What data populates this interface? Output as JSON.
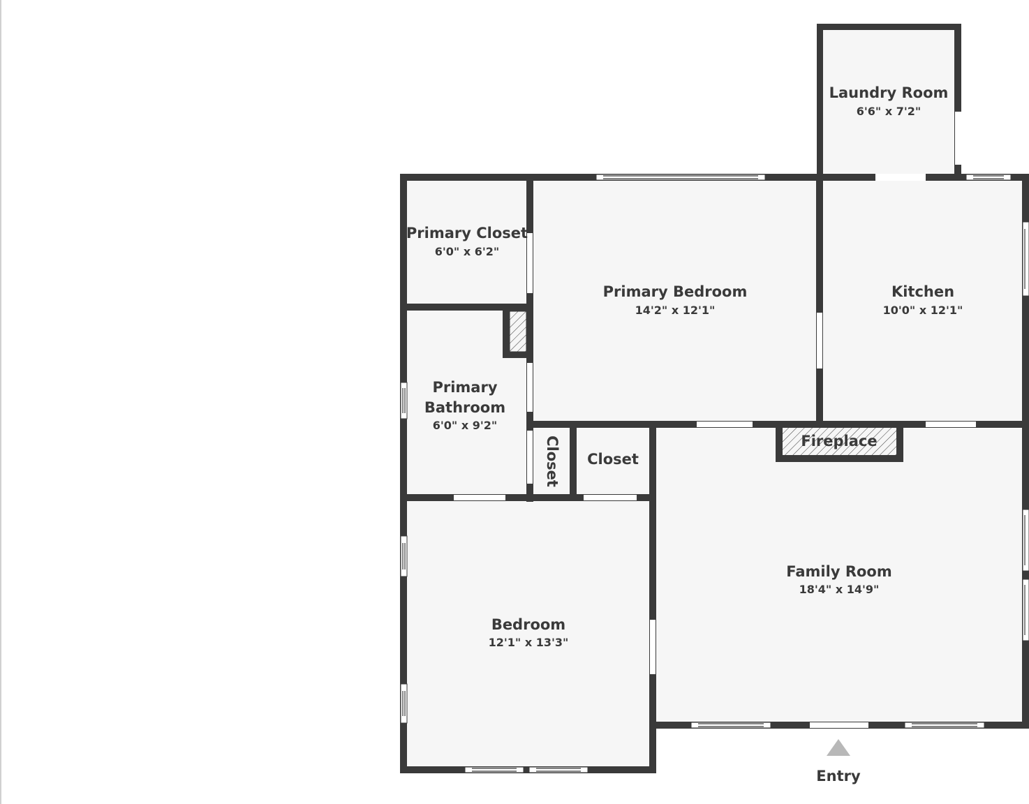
{
  "floorplan": {
    "colors": {
      "wall": "#3a3a3a",
      "room_fill": "#f6f6f6",
      "background": "#ffffff",
      "entry_arrow": "#b8b8b8"
    },
    "rooms": {
      "laundry_room": {
        "name": "Laundry Room",
        "dimensions": "6'6\" x 7'2\""
      },
      "primary_closet": {
        "name": "Primary Closet",
        "dimensions": "6'0\" x 6'2\""
      },
      "primary_bedroom": {
        "name": "Primary Bedroom",
        "dimensions": "14'2\" x 12'1\""
      },
      "kitchen": {
        "name": "Kitchen",
        "dimensions": "10'0\" x 12'1\""
      },
      "primary_bathroom": {
        "name_line1": "Primary",
        "name_line2": "Bathroom",
        "dimensions": "6'0\" x 9'2\""
      },
      "closet_small": {
        "name": "Closet"
      },
      "closet": {
        "name": "Closet"
      },
      "fireplace": {
        "name": "Fireplace"
      },
      "family_room": {
        "name": "Family Room",
        "dimensions": "18'4\" x 14'9\""
      },
      "bedroom": {
        "name": "Bedroom",
        "dimensions": "12'1\" x 13'3\""
      }
    },
    "entry": {
      "label": "Entry",
      "icon": "up-triangle-arrow"
    }
  }
}
